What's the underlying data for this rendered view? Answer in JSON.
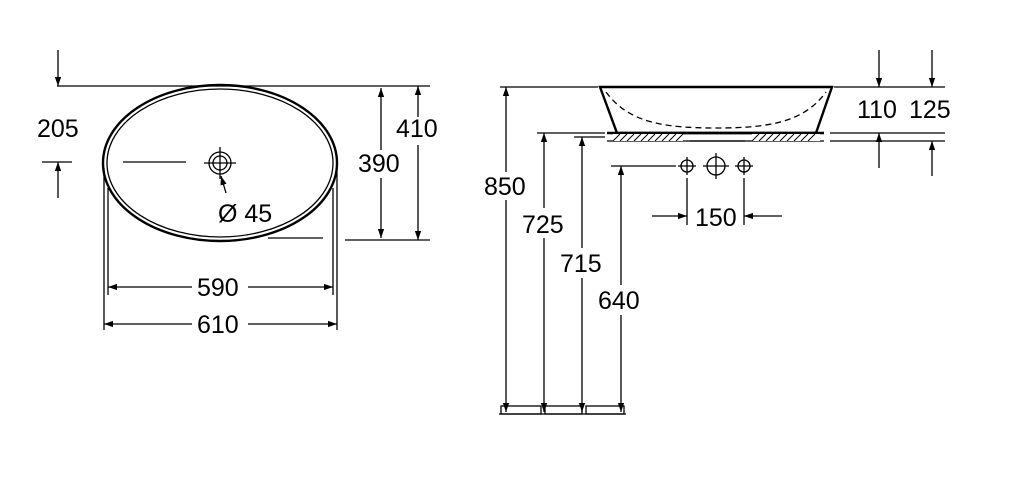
{
  "top_view": {
    "dim_offset": "205",
    "dim_inner_depth": "390",
    "dim_outer_depth": "410",
    "dim_inner_width": "590",
    "dim_outer_width": "610",
    "dim_drain": "Ø 45"
  },
  "side_view": {
    "dim_bowl_height": "110",
    "dim_total_height": "125",
    "dim_850": "850",
    "dim_725": "725",
    "dim_715": "715",
    "dim_640": "640",
    "dim_tap_spacing": "150"
  }
}
